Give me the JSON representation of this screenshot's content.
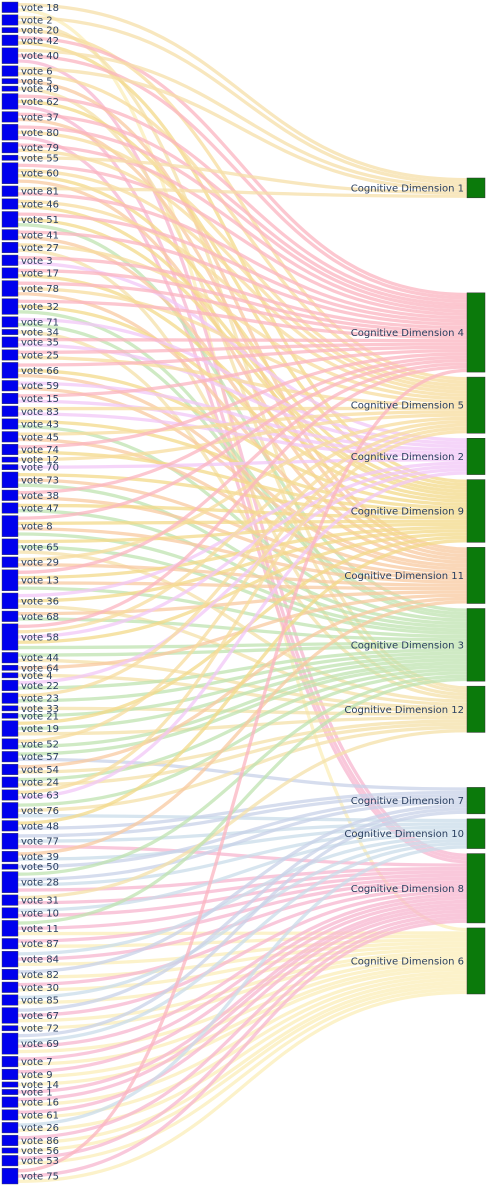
{
  "chart_data": {
    "type": "sankey",
    "colors": {
      "vote_node": "#0000ee",
      "dimension_node": "#0b7a0b",
      "links": {
        "Cognitive Dimension 1": "#f5dfa8",
        "Cognitive Dimension 4": "#fbb4c0",
        "Cognitive Dimension 5": "#f7dc9e",
        "Cognitive Dimension 2": "#f2c7f7",
        "Cognitive Dimension 9": "#f3d98a",
        "Cognitive Dimension 11": "#f8c9a0",
        "Cognitive Dimension 3": "#bfe3b0",
        "Cognitive Dimension 12": "#f4e0a8",
        "Cognitive Dimension 7": "#c8d2e8",
        "Cognitive Dimension 10": "#c9dcea",
        "Cognitive Dimension 8": "#f7b5cf",
        "Cognitive Dimension 6": "#fbedb8"
      }
    },
    "sources": [
      {
        "label": "vote 18",
        "value": 2,
        "targets": [
          "Cognitive Dimension 1",
          "Cognitive Dimension 6"
        ]
      },
      {
        "label": "vote 2",
        "value": 2,
        "targets": [
          "Cognitive Dimension 1",
          "Cognitive Dimension 12"
        ]
      },
      {
        "label": "vote 20",
        "value": 1,
        "targets": [
          "Cognitive Dimension 5"
        ]
      },
      {
        "label": "vote 42",
        "value": 2,
        "targets": [
          "Cognitive Dimension 4",
          "Cognitive Dimension 9"
        ]
      },
      {
        "label": "vote 40",
        "value": 3,
        "targets": [
          "Cognitive Dimension 4",
          "Cognitive Dimension 8",
          "Cognitive Dimension 1"
        ]
      },
      {
        "label": "vote 6",
        "value": 2,
        "targets": [
          "Cognitive Dimension 5",
          "Cognitive Dimension 1"
        ]
      },
      {
        "label": "vote 5",
        "value": 1,
        "targets": [
          "Cognitive Dimension 11"
        ]
      },
      {
        "label": "vote 49",
        "value": 1,
        "targets": [
          "Cognitive Dimension 12"
        ]
      },
      {
        "label": "vote 62",
        "value": 3,
        "targets": [
          "Cognitive Dimension 4",
          "Cognitive Dimension 8",
          "Cognitive Dimension 9"
        ]
      },
      {
        "label": "vote 37",
        "value": 2,
        "targets": [
          "Cognitive Dimension 4",
          "Cognitive Dimension 11"
        ]
      },
      {
        "label": "vote 80",
        "value": 3,
        "targets": [
          "Cognitive Dimension 4",
          "Cognitive Dimension 8",
          "Cognitive Dimension 5"
        ]
      },
      {
        "label": "vote 79",
        "value": 2,
        "targets": [
          "Cognitive Dimension 4",
          "Cognitive Dimension 5"
        ]
      },
      {
        "label": "vote 55",
        "value": 1,
        "targets": [
          "Cognitive Dimension 1"
        ]
      },
      {
        "label": "vote 60",
        "value": 4,
        "targets": [
          "Cognitive Dimension 4",
          "Cognitive Dimension 9",
          "Cognitive Dimension 11",
          "Cognitive Dimension 5"
        ]
      },
      {
        "label": "vote 81",
        "value": 2,
        "targets": [
          "Cognitive Dimension 4",
          "Cognitive Dimension 1"
        ]
      },
      {
        "label": "vote 46",
        "value": 2,
        "targets": [
          "Cognitive Dimension 9",
          "Cognitive Dimension 5"
        ]
      },
      {
        "label": "vote 51",
        "value": 3,
        "targets": [
          "Cognitive Dimension 4",
          "Cognitive Dimension 9",
          "Cognitive Dimension 3"
        ]
      },
      {
        "label": "vote 41",
        "value": 2,
        "targets": [
          "Cognitive Dimension 4",
          "Cognitive Dimension 11"
        ]
      },
      {
        "label": "vote 27",
        "value": 2,
        "targets": [
          "Cognitive Dimension 5",
          "Cognitive Dimension 12"
        ]
      },
      {
        "label": "vote 3",
        "value": 2,
        "targets": [
          "Cognitive Dimension 2",
          "Cognitive Dimension 4"
        ]
      },
      {
        "label": "vote 17",
        "value": 2,
        "targets": [
          "Cognitive Dimension 4",
          "Cognitive Dimension 9"
        ]
      },
      {
        "label": "vote 78",
        "value": 3,
        "targets": [
          "Cognitive Dimension 4",
          "Cognitive Dimension 11",
          "Cognitive Dimension 5"
        ]
      },
      {
        "label": "vote 32",
        "value": 3,
        "targets": [
          "Cognitive Dimension 4",
          "Cognitive Dimension 9",
          "Cognitive Dimension 3"
        ]
      },
      {
        "label": "vote 71",
        "value": 2,
        "targets": [
          "Cognitive Dimension 2",
          "Cognitive Dimension 3"
        ]
      },
      {
        "label": "vote 34",
        "value": 1,
        "targets": [
          "Cognitive Dimension 12"
        ]
      },
      {
        "label": "vote 35",
        "value": 2,
        "targets": [
          "Cognitive Dimension 4",
          "Cognitive Dimension 2"
        ]
      },
      {
        "label": "vote 25",
        "value": 2,
        "targets": [
          "Cognitive Dimension 4",
          "Cognitive Dimension 5"
        ]
      },
      {
        "label": "vote 66",
        "value": 3,
        "targets": [
          "Cognitive Dimension 4",
          "Cognitive Dimension 9",
          "Cognitive Dimension 11"
        ]
      },
      {
        "label": "vote 59",
        "value": 2,
        "targets": [
          "Cognitive Dimension 2",
          "Cognitive Dimension 11"
        ]
      },
      {
        "label": "vote 15",
        "value": 2,
        "targets": [
          "Cognitive Dimension 4",
          "Cognitive Dimension 2"
        ]
      },
      {
        "label": "vote 83",
        "value": 2,
        "targets": [
          "Cognitive Dimension 2",
          "Cognitive Dimension 5"
        ]
      },
      {
        "label": "vote 43",
        "value": 2,
        "targets": [
          "Cognitive Dimension 3",
          "Cognitive Dimension 9"
        ]
      },
      {
        "label": "vote 45",
        "value": 2,
        "targets": [
          "Cognitive Dimension 11",
          "Cognitive Dimension 5"
        ]
      },
      {
        "label": "vote 74",
        "value": 2,
        "targets": [
          "Cognitive Dimension 4",
          "Cognitive Dimension 9"
        ]
      },
      {
        "label": "vote 12",
        "value": 1,
        "targets": [
          "Cognitive Dimension 5"
        ]
      },
      {
        "label": "vote 70",
        "value": 1,
        "targets": [
          "Cognitive Dimension 2"
        ]
      },
      {
        "label": "vote 73",
        "value": 3,
        "targets": [
          "Cognitive Dimension 3",
          "Cognitive Dimension 9",
          "Cognitive Dimension 11"
        ]
      },
      {
        "label": "vote 38",
        "value": 2,
        "targets": [
          "Cognitive Dimension 4",
          "Cognitive Dimension 11"
        ]
      },
      {
        "label": "vote 47",
        "value": 2,
        "targets": [
          "Cognitive Dimension 9",
          "Cognitive Dimension 3"
        ]
      },
      {
        "label": "vote 8",
        "value": 4,
        "targets": [
          "Cognitive Dimension 4",
          "Cognitive Dimension 3",
          "Cognitive Dimension 9",
          "Cognitive Dimension 11"
        ]
      },
      {
        "label": "vote 65",
        "value": 3,
        "targets": [
          "Cognitive Dimension 9",
          "Cognitive Dimension 3",
          "Cognitive Dimension 12"
        ]
      },
      {
        "label": "vote 29",
        "value": 2,
        "targets": [
          "Cognitive Dimension 11",
          "Cognitive Dimension 5"
        ]
      },
      {
        "label": "vote 13",
        "value": 4,
        "targets": [
          "Cognitive Dimension 4",
          "Cognitive Dimension 9",
          "Cognitive Dimension 3",
          "Cognitive Dimension 11"
        ]
      },
      {
        "label": "vote 36",
        "value": 3,
        "targets": [
          "Cognitive Dimension 9",
          "Cognitive Dimension 12",
          "Cognitive Dimension 2"
        ]
      },
      {
        "label": "vote 68",
        "value": 2,
        "targets": [
          "Cognitive Dimension 3",
          "Cognitive Dimension 11"
        ]
      },
      {
        "label": "vote 58",
        "value": 5,
        "targets": [
          "Cognitive Dimension 4",
          "Cognitive Dimension 5",
          "Cognitive Dimension 3",
          "Cognitive Dimension 9",
          "Cognitive Dimension 2"
        ]
      },
      {
        "label": "vote 44",
        "value": 2,
        "targets": [
          "Cognitive Dimension 3",
          "Cognitive Dimension 12"
        ]
      },
      {
        "label": "vote 64",
        "value": 1,
        "targets": [
          "Cognitive Dimension 11"
        ]
      },
      {
        "label": "vote 4",
        "value": 1,
        "targets": [
          "Cognitive Dimension 12"
        ]
      },
      {
        "label": "vote 22",
        "value": 2,
        "targets": [
          "Cognitive Dimension 3",
          "Cognitive Dimension 2"
        ]
      },
      {
        "label": "vote 23",
        "value": 2,
        "targets": [
          "Cognitive Dimension 5",
          "Cognitive Dimension 3"
        ]
      },
      {
        "label": "vote 33",
        "value": 1,
        "targets": [
          "Cognitive Dimension 12"
        ]
      },
      {
        "label": "vote 21",
        "value": 1,
        "targets": [
          "Cognitive Dimension 3"
        ]
      },
      {
        "label": "vote 19",
        "value": 3,
        "targets": [
          "Cognitive Dimension 3",
          "Cognitive Dimension 12",
          "Cognitive Dimension 9"
        ]
      },
      {
        "label": "vote 52",
        "value": 2,
        "targets": [
          "Cognitive Dimension 3",
          "Cognitive Dimension 5"
        ]
      },
      {
        "label": "vote 57",
        "value": 2,
        "targets": [
          "Cognitive Dimension 7",
          "Cognitive Dimension 3"
        ]
      },
      {
        "label": "vote 54",
        "value": 2,
        "targets": [
          "Cognitive Dimension 12",
          "Cognitive Dimension 11"
        ]
      },
      {
        "label": "vote 24",
        "value": 2,
        "targets": [
          "Cognitive Dimension 3",
          "Cognitive Dimension 12"
        ]
      },
      {
        "label": "vote 63",
        "value": 2,
        "targets": [
          "Cognitive Dimension 2",
          "Cognitive Dimension 5"
        ]
      },
      {
        "label": "vote 76",
        "value": 3,
        "targets": [
          "Cognitive Dimension 3",
          "Cognitive Dimension 12",
          "Cognitive Dimension 10"
        ]
      },
      {
        "label": "vote 48",
        "value": 2,
        "targets": [
          "Cognitive Dimension 7",
          "Cognitive Dimension 9"
        ]
      },
      {
        "label": "vote 77",
        "value": 3,
        "targets": [
          "Cognitive Dimension 8",
          "Cognitive Dimension 7",
          "Cognitive Dimension 10"
        ]
      },
      {
        "label": "vote 39",
        "value": 2,
        "targets": [
          "Cognitive Dimension 10",
          "Cognitive Dimension 11"
        ]
      },
      {
        "label": "vote 50",
        "value": 1,
        "targets": [
          "Cognitive Dimension 7"
        ]
      },
      {
        "label": "vote 28",
        "value": 4,
        "targets": [
          "Cognitive Dimension 8",
          "Cognitive Dimension 10",
          "Cognitive Dimension 7",
          "Cognitive Dimension 3"
        ]
      },
      {
        "label": "vote 31",
        "value": 2,
        "targets": [
          "Cognitive Dimension 8",
          "Cognitive Dimension 12"
        ]
      },
      {
        "label": "vote 10",
        "value": 2,
        "targets": [
          "Cognitive Dimension 10",
          "Cognitive Dimension 8"
        ]
      },
      {
        "label": "vote 11",
        "value": 3,
        "targets": [
          "Cognitive Dimension 8",
          "Cognitive Dimension 6",
          "Cognitive Dimension 3"
        ]
      },
      {
        "label": "vote 87",
        "value": 2,
        "targets": [
          "Cognitive Dimension 6",
          "Cognitive Dimension 8"
        ]
      },
      {
        "label": "vote 84",
        "value": 3,
        "targets": [
          "Cognitive Dimension 8",
          "Cognitive Dimension 6",
          "Cognitive Dimension 10"
        ]
      },
      {
        "label": "vote 82",
        "value": 2,
        "targets": [
          "Cognitive Dimension 6",
          "Cognitive Dimension 7"
        ]
      },
      {
        "label": "vote 30",
        "value": 2,
        "targets": [
          "Cognitive Dimension 6",
          "Cognitive Dimension 8"
        ]
      },
      {
        "label": "vote 85",
        "value": 2,
        "targets": [
          "Cognitive Dimension 10",
          "Cognitive Dimension 6"
        ]
      },
      {
        "label": "vote 67",
        "value": 3,
        "targets": [
          "Cognitive Dimension 8",
          "Cognitive Dimension 6",
          "Cognitive Dimension 7"
        ]
      },
      {
        "label": "vote 72",
        "value": 1,
        "targets": [
          "Cognitive Dimension 6"
        ]
      },
      {
        "label": "vote 69",
        "value": 4,
        "targets": [
          "Cognitive Dimension 8",
          "Cognitive Dimension 6",
          "Cognitive Dimension 10",
          "Cognitive Dimension 7"
        ]
      },
      {
        "label": "vote 7",
        "value": 2,
        "targets": [
          "Cognitive Dimension 6",
          "Cognitive Dimension 8"
        ]
      },
      {
        "label": "vote 9",
        "value": 2,
        "targets": [
          "Cognitive Dimension 8",
          "Cognitive Dimension 6"
        ]
      },
      {
        "label": "vote 14",
        "value": 1,
        "targets": [
          "Cognitive Dimension 6"
        ]
      },
      {
        "label": "vote 1",
        "value": 1,
        "targets": [
          "Cognitive Dimension 8"
        ]
      },
      {
        "label": "vote 16",
        "value": 2,
        "targets": [
          "Cognitive Dimension 6",
          "Cognitive Dimension 8"
        ]
      },
      {
        "label": "vote 61",
        "value": 2,
        "targets": [
          "Cognitive Dimension 8",
          "Cognitive Dimension 6"
        ]
      },
      {
        "label": "vote 26",
        "value": 2,
        "targets": [
          "Cognitive Dimension 6",
          "Cognitive Dimension 10"
        ]
      },
      {
        "label": "vote 86",
        "value": 2,
        "targets": [
          "Cognitive Dimension 8",
          "Cognitive Dimension 6"
        ]
      },
      {
        "label": "vote 56",
        "value": 1,
        "targets": [
          "Cognitive Dimension 6"
        ]
      },
      {
        "label": "vote 53",
        "value": 2,
        "targets": [
          "Cognitive Dimension 6",
          "Cognitive Dimension 8"
        ]
      },
      {
        "label": "vote 75",
        "value": 3,
        "targets": [
          "Cognitive Dimension 8",
          "Cognitive Dimension 6",
          "Cognitive Dimension 4"
        ]
      }
    ],
    "targets": [
      {
        "label": "Cognitive Dimension 1"
      },
      {
        "label": "Cognitive Dimension 4"
      },
      {
        "label": "Cognitive Dimension 5"
      },
      {
        "label": "Cognitive Dimension 2"
      },
      {
        "label": "Cognitive Dimension 9"
      },
      {
        "label": "Cognitive Dimension 11"
      },
      {
        "label": "Cognitive Dimension 3"
      },
      {
        "label": "Cognitive Dimension 12"
      },
      {
        "label": "Cognitive Dimension 7"
      },
      {
        "label": "Cognitive Dimension 10"
      },
      {
        "label": "Cognitive Dimension 8"
      },
      {
        "label": "Cognitive Dimension 6"
      }
    ]
  }
}
